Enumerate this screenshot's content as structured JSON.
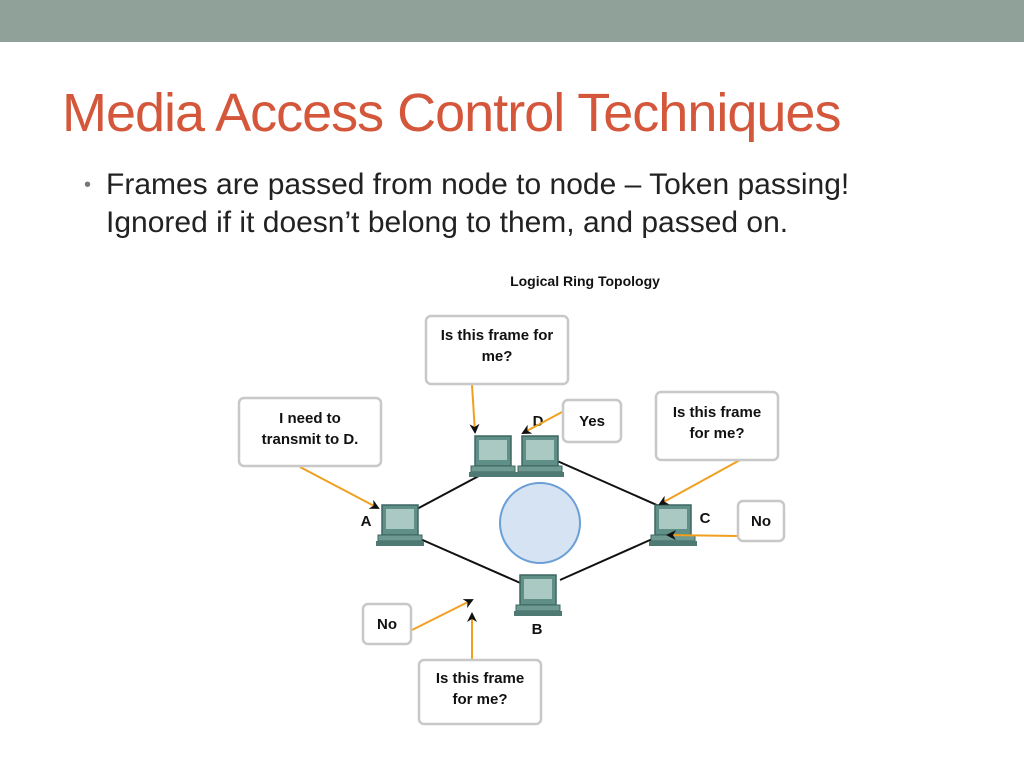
{
  "colors": {
    "top_bar": "#8fa199",
    "title": "#d4573b",
    "arrow": "#f0a01e",
    "node_circle": "#d6e3f2",
    "node_circle_stroke": "#6b9fd6"
  },
  "slide": {
    "title": "Media Access Control Techniques",
    "bullet": [
      "Frames are passed from node to node – Token passing!",
      "Ignored if it doesn’t belong to them, and passed on."
    ]
  },
  "diagram": {
    "title": "Logical Ring Topology",
    "nodes": {
      "a": "A",
      "b": "B",
      "c": "C",
      "d": "D"
    },
    "callouts": {
      "top_q": [
        "Is this frame for",
        "me?"
      ],
      "transmit": [
        "I need to",
        "transmit to D."
      ],
      "yes": "Yes",
      "right_q": [
        "Is this frame",
        "for me?"
      ],
      "right_no": "No",
      "left_no": "No",
      "bottom_q": [
        "Is this frame",
        "for me?"
      ]
    }
  }
}
